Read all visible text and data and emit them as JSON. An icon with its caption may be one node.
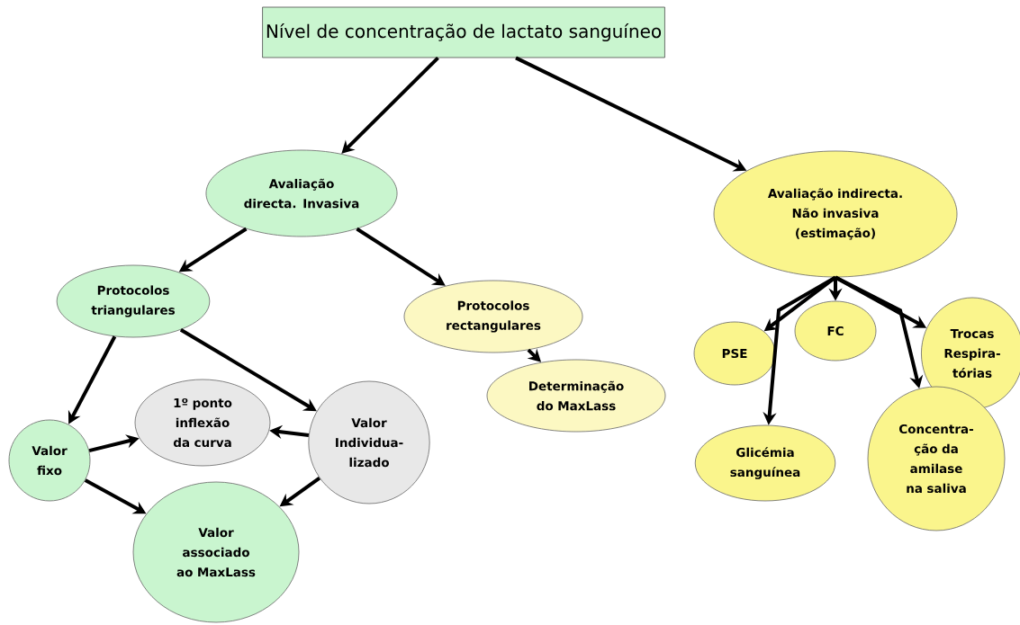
{
  "diagram": {
    "nodes": [
      {
        "text": [
          "Nível de concentração de lactato sanguíneo"
        ]
      },
      {
        "text": [
          "Avaliação directa. Invasiva"
        ]
      },
      {
        "text": [
          "Avaliação indirecta. Não invasiva (estimação)"
        ]
      },
      {
        "text": [
          "Protocolos triangulares"
        ]
      },
      {
        "text": [
          "Protocolos rectangulares"
        ]
      },
      {
        "text": [
          "Valor fixo"
        ]
      },
      {
        "text": [
          "1º ponto inflexão da curva"
        ]
      },
      {
        "text": [
          "Valor Individua- lizado"
        ]
      },
      {
        "text": [
          "Valor associado ao MaxLass"
        ]
      },
      {
        "text": [
          "Determinação do MaxLass"
        ]
      },
      {
        "text": [
          "PSE"
        ]
      },
      {
        "text": [
          "FC"
        ]
      },
      {
        "text": [
          "Trocas Respira- tórias"
        ]
      },
      {
        "text": [
          "Glicémia sanguínea"
        ]
      },
      {
        "text": [
          "Concentra- ção da amilase na saliva"
        ]
      }
    ],
    "edges": [
      {
        "from": 0,
        "to": 1,
        "arrow": "to"
      },
      {
        "from": 0,
        "to": 2,
        "arrow": "to"
      },
      {
        "from": 1,
        "to": 3,
        "arrow": "to"
      },
      {
        "from": 1,
        "to": 4,
        "arrow": "to"
      },
      {
        "from": 3,
        "to": 5,
        "arrow": "to"
      },
      {
        "from": 3,
        "to": 7,
        "arrow": "to"
      },
      {
        "from": 4,
        "to": 9,
        "arrow": "to"
      },
      {
        "from": 5,
        "to": 6,
        "arrow": "to"
      },
      {
        "from": 7,
        "to": 6,
        "arrow": "to"
      },
      {
        "from": 5,
        "to": 8,
        "arrow": "to"
      },
      {
        "from": 7,
        "to": 8,
        "arrow": "to"
      },
      {
        "from": 2,
        "to": 10,
        "arrow": "to"
      },
      {
        "from": 2,
        "to": 13,
        "arrow": "to"
      },
      {
        "from": 2,
        "to": 11,
        "arrow": "to"
      },
      {
        "from": 2,
        "to": 14,
        "arrow": "to"
      },
      {
        "from": 2,
        "to": 12,
        "arrow": "to"
      }
    ]
  }
}
